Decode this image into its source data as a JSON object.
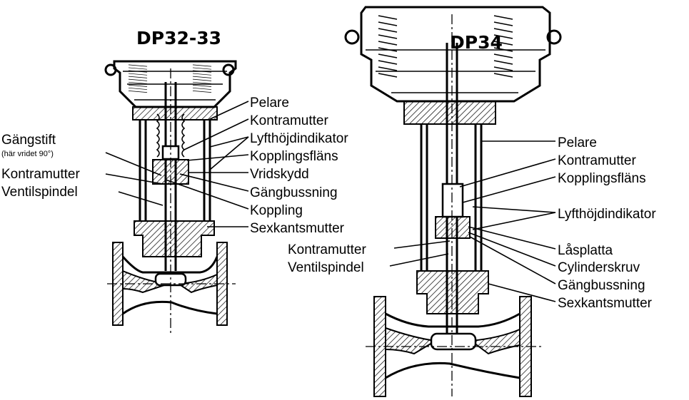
{
  "left_valve": {
    "title": "DP32-33",
    "labels": {
      "pelare": "Pelare",
      "kontramutter_top": "Kontramutter",
      "lyfthojdindikator": "Lyfthöjdindikator",
      "kopplingsflans": "Kopplingsfläns",
      "vridskydd": "Vridskydd",
      "gangbussning": "Gängbussning",
      "koppling": "Koppling",
      "sexkantsmutter": "Sexkantsmutter",
      "gangstift": "Gängstift",
      "gangstift_note": "(här vridet 90°)",
      "kontramutter_left": "Kontramutter",
      "ventilspindel": "Ventilspindel"
    }
  },
  "right_valve": {
    "title": "DP34",
    "labels": {
      "pelare": "Pelare",
      "kontramutter_top": "Kontramutter",
      "kopplingsflans": "Kopplingsfläns",
      "lyfthojdindikator": "Lyfthöjdindikator",
      "lasplatta": "Låsplatta",
      "cylinderskruv": "Cylinderskruv",
      "gangbussning": "Gängbussning",
      "sexkantsmutter": "Sexkantsmutter",
      "kontramutter_left": "Kontramutter",
      "ventilspindel": "Ventilspindel"
    }
  }
}
